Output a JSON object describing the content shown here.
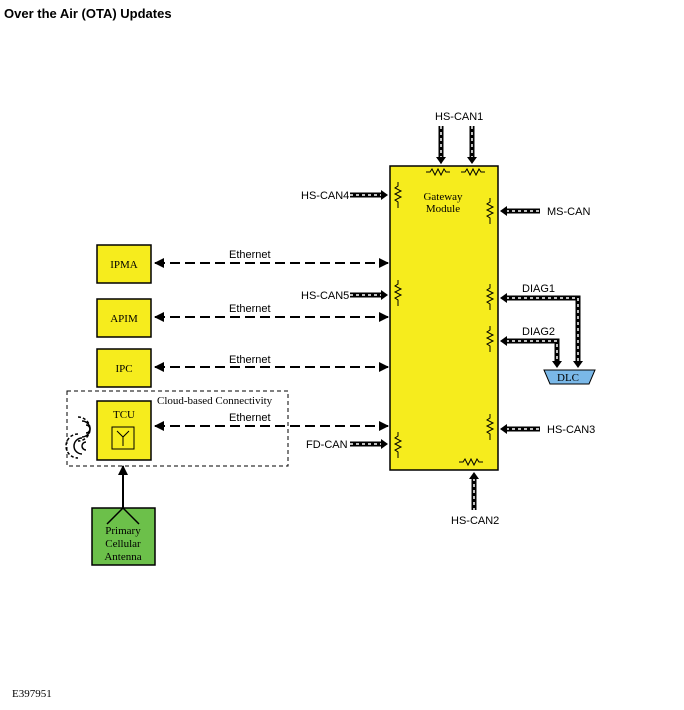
{
  "title": "Over the Air (OTA) Updates",
  "figure_id": "E397951",
  "colors": {
    "module_fill": "#f6ec1d",
    "antenna_fill": "#6cc04a",
    "dlc_fill": "#7ab8e8",
    "line": "#000000"
  },
  "gateway": {
    "line1": "Gateway",
    "line2": "Module"
  },
  "modules": {
    "ipma": "IPMA",
    "apim": "APIM",
    "ipc": "IPC",
    "tcu": "TCU"
  },
  "cloud_label": "Cloud-based Connectivity",
  "antenna": {
    "line1": "Primary",
    "line2": "Cellular",
    "line3": "Antenna"
  },
  "dlc": "DLC",
  "buses": {
    "hs_can1": "HS-CAN1",
    "hs_can2": "HS-CAN2",
    "hs_can3": "HS-CAN3",
    "hs_can4": "HS-CAN4",
    "hs_can5": "HS-CAN5",
    "ms_can": "MS-CAN",
    "fd_can": "FD-CAN",
    "diag1": "DIAG1",
    "diag2": "DIAG2"
  },
  "ethernet": {
    "ipma": "Ethernet",
    "apim": "Ethernet",
    "ipc": "Ethernet",
    "tcu": "Ethernet"
  },
  "icons": [
    "wireless-signal-icon",
    "antenna-symbol-icon"
  ]
}
